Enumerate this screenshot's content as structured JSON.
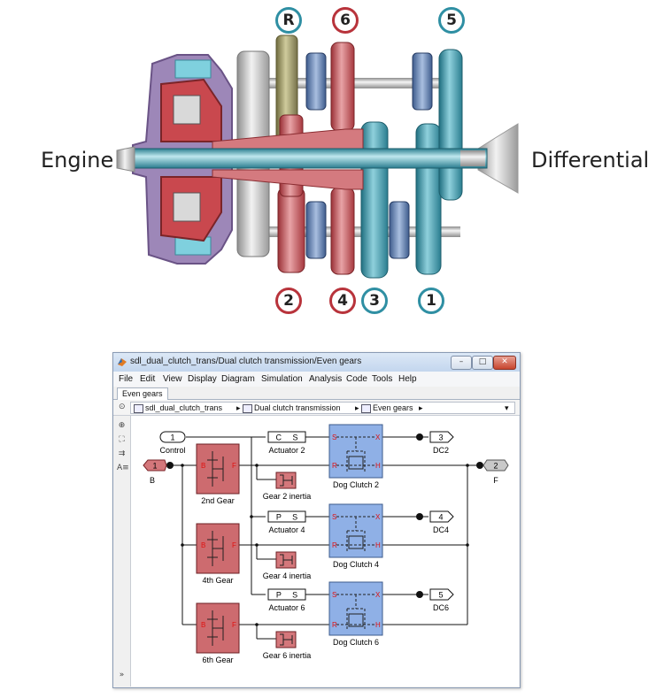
{
  "illustration": {
    "engine_label": "Engine",
    "differential_label": "Differential",
    "gear_badges_top": [
      "R",
      "6",
      "5"
    ],
    "gear_badges_bottom": [
      "2",
      "4",
      "3",
      "1"
    ],
    "colors": {
      "teal": "#2f8fa3",
      "red": "#b8333b",
      "purple": "#8a6aa8",
      "olive": "#8f8a58",
      "grey": "#bdbdbd"
    }
  },
  "window": {
    "title": "sdl_dual_clutch_trans/Dual clutch transmission/Even gears",
    "controls": [
      "–",
      "□",
      "✕"
    ],
    "menu": [
      "File",
      "Edit",
      "View",
      "Display",
      "Diagram",
      "Simulation",
      "Analysis",
      "Code",
      "Tools",
      "Help"
    ],
    "tab": "Even gears",
    "breadcrumb": [
      "sdl_dual_clutch_trans",
      "Dual clutch transmission",
      "Even gears"
    ]
  },
  "model": {
    "inports": [
      {
        "num": "1",
        "label": "Control"
      },
      {
        "num": "1",
        "label": "B"
      }
    ],
    "outports": [
      {
        "num": "3",
        "label": "DC2"
      },
      {
        "num": "2",
        "label": "F"
      },
      {
        "num": "4",
        "label": "DC4"
      },
      {
        "num": "5",
        "label": "DC6"
      }
    ],
    "gears": [
      "2nd Gear",
      "4th Gear",
      "6th Gear"
    ],
    "actuators": [
      {
        "label": "Actuator 2",
        "text": "C     S"
      },
      {
        "label": "Actuator 4",
        "text": "P     S"
      },
      {
        "label": "Actuator 6",
        "text": "P     S"
      }
    ],
    "clutches": [
      "Dog Clutch 2",
      "Dog Clutch 4",
      "Dog Clutch 6"
    ],
    "inertias": [
      "Gear 2 inertia",
      "Gear 4 inertia",
      "Gear 6 inertia"
    ],
    "port_letters": {
      "B": "B",
      "F": "F",
      "S": "S",
      "X": "X",
      "R": "R",
      "H": "H"
    }
  }
}
